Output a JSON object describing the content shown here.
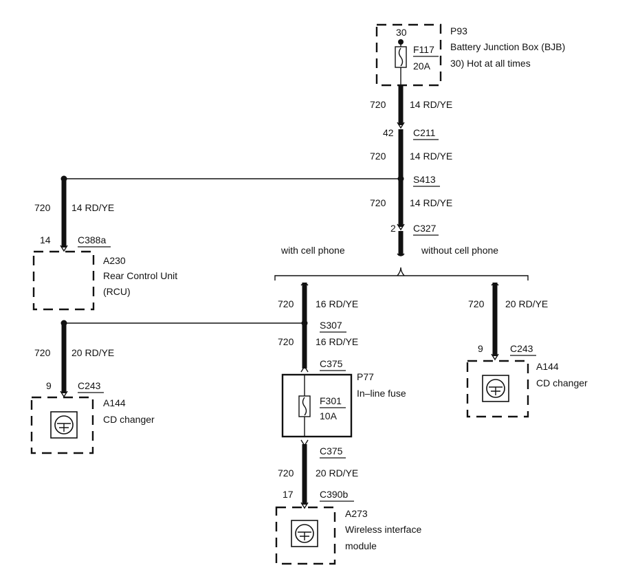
{
  "bjb": {
    "pin": "30",
    "ref": "P93",
    "name": "Battery Junction Box (BJB)",
    "note": "30)  Hot at all times",
    "fuse": "F117",
    "fuse_rating": "20A"
  },
  "trunk": {
    "seg1_circuit": "720",
    "seg1_wire": "14 RD/YE",
    "c211_pin": "42",
    "c211": "C211",
    "seg2_circuit": "720",
    "seg2_wire": "14 RD/YE",
    "s413": "S413",
    "seg3_circuit": "720",
    "seg3_wire": "14 RD/YE",
    "c327_pin": "2",
    "c327": "C327"
  },
  "options": {
    "with": "with cell phone",
    "without": "without cell phone"
  },
  "rcu": {
    "circuit": "720",
    "wire": "14 RD/YE",
    "pin": "14",
    "connector": "C388a",
    "ref": "A230",
    "name_line1": "Rear Control Unit",
    "name_line2": "(RCU)"
  },
  "with_branch": {
    "seg1_circuit": "720",
    "seg1_wire": "16 RD/YE",
    "s307": "S307",
    "seg2_circuit": "720",
    "seg2_wire": "16 RD/YE",
    "c375_top": "C375",
    "p77_ref": "P77",
    "p77_name": "In–line fuse",
    "fuse": "F301",
    "fuse_rating": "10A",
    "c375_bottom": "C375",
    "seg3_circuit": "720",
    "seg3_wire": "20 RD/YE",
    "module_pin": "17",
    "module_connector": "C390b",
    "module_ref": "A273",
    "module_name_line1": "Wireless interface",
    "module_name_line2": "module"
  },
  "cd_left": {
    "circuit": "720",
    "wire": "20 RD/YE",
    "pin": "9",
    "connector": "C243",
    "ref": "A144",
    "name": "CD changer"
  },
  "cd_right": {
    "circuit": "720",
    "wire": "20 RD/YE",
    "pin": "9",
    "connector": "C243",
    "ref": "A144",
    "name": "CD changer"
  }
}
